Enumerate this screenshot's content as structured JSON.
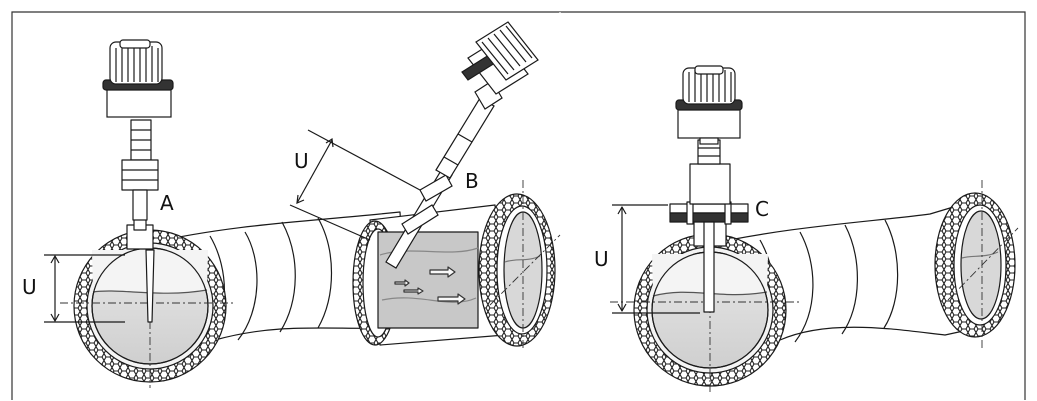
{
  "labels": {
    "a": "A",
    "b": "B",
    "c": "C",
    "u_left": "U",
    "u_middle": "U",
    "u_right": "U"
  },
  "colors": {
    "line": "#1a1a1a",
    "insulation_hatch": "#222222",
    "pipe_wall": "#f2f2f2",
    "medium": "#dedede",
    "medium_dark": "#a8a8a8",
    "background": "#ffffff"
  },
  "icons": {
    "sensor_head": "sensor-head-icon",
    "flange": "flange-icon"
  }
}
